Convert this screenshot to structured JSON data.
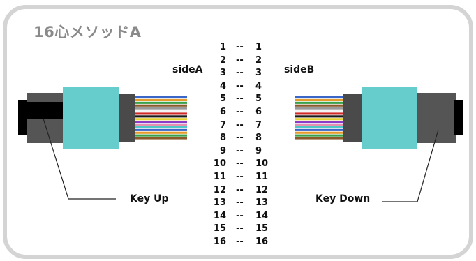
{
  "title": "16心メソッドA",
  "side_a_label": "sideA",
  "side_b_label": "sideB",
  "key_up_label": "Key Up",
  "key_down_label": "Key Down",
  "separator": "--",
  "fiber_map": [
    {
      "a": "1",
      "b": "1"
    },
    {
      "a": "2",
      "b": "2"
    },
    {
      "a": "3",
      "b": "3"
    },
    {
      "a": "4",
      "b": "4"
    },
    {
      "a": "5",
      "b": "5"
    },
    {
      "a": "6",
      "b": "6"
    },
    {
      "a": "7",
      "b": "7"
    },
    {
      "a": "8",
      "b": "8"
    },
    {
      "a": "9",
      "b": "9"
    },
    {
      "a": "10",
      "b": "10"
    },
    {
      "a": "11",
      "b": "11"
    },
    {
      "a": "12",
      "b": "12"
    },
    {
      "a": "13",
      "b": "13"
    },
    {
      "a": "14",
      "b": "14"
    },
    {
      "a": "15",
      "b": "15"
    },
    {
      "a": "16",
      "b": "16"
    }
  ],
  "colors": {
    "frame_border": "#d4d4d4",
    "title": "#8a8a8a",
    "ferrule": "#66cccc",
    "boot": "#555555",
    "boot_dark": "#4a4a4a",
    "end_cap": "#000000"
  },
  "fiber_colors": [
    "#3a66c8",
    "#e69a2a",
    "#3aa04a",
    "#8a5a2a",
    "#9a9a9a",
    "#f4f4f4",
    "#d02a2a",
    "#1a1a1a",
    "#e6d030",
    "#8a3ac8",
    "#e890b0",
    "#50c8c8",
    "#3a66c8",
    "#e69a2a",
    "#3aa04a",
    "#8a5a2a"
  ]
}
